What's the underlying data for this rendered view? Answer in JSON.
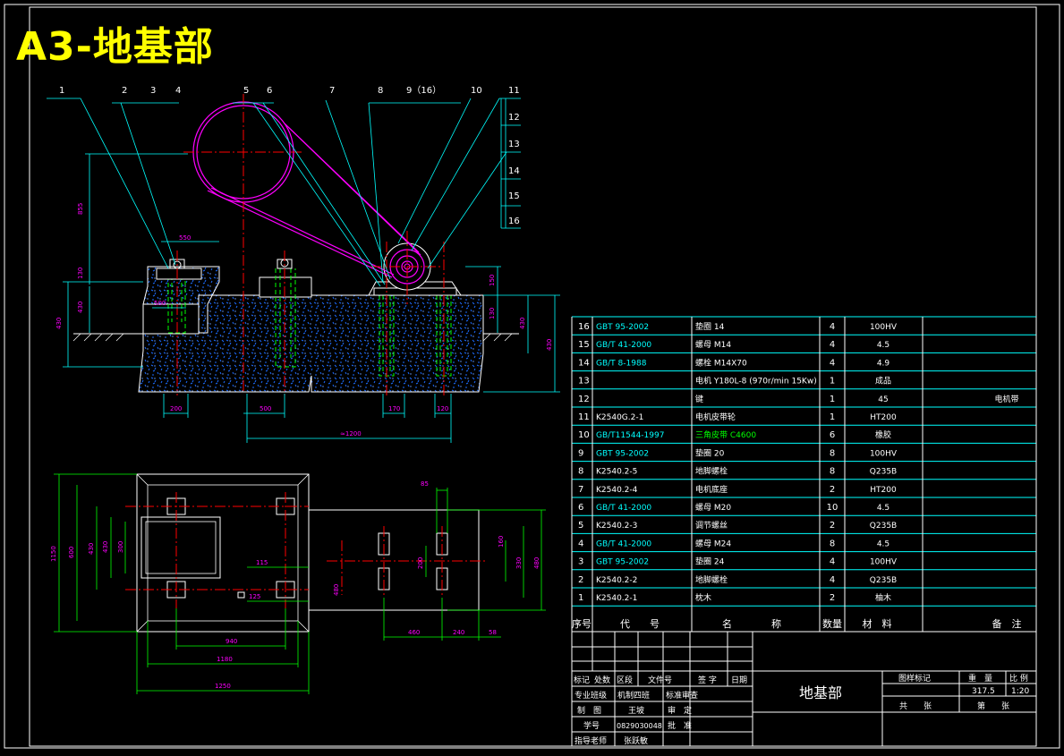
{
  "sheet_title": "A3-地基部",
  "balloons": [
    "1",
    "2",
    "3",
    "4",
    "5",
    "6",
    "7",
    "8",
    "9（16）",
    "10",
    "11",
    "12",
    "13",
    "14",
    "15",
    "16"
  ],
  "dims": {
    "top": [
      "550",
      "855",
      "130",
      "430",
      "430",
      "200",
      "500",
      "170",
      "120",
      "≈1200",
      "150",
      "130",
      "430",
      "500"
    ],
    "plan": [
      "1150",
      "600",
      "430",
      "300",
      "115",
      "125",
      "940",
      "1180",
      "1250",
      "85",
      "160",
      "200",
      "330",
      "480",
      "460",
      "240",
      "58"
    ]
  },
  "parts_header": {
    "no": "序号",
    "code": "代　　号",
    "name": "名　　　　称",
    "qty": "数量",
    "mat": "材　料",
    "note": "备　注"
  },
  "parts": [
    {
      "no": "16",
      "code": "GBT 95-2002",
      "name": "垫圈 14",
      "qty": "4",
      "mat": "100HV",
      "note": "",
      "hl": true,
      "nhl": false
    },
    {
      "no": "15",
      "code": "GB/T 41-2000",
      "name": "螺母 M14",
      "qty": "4",
      "mat": "4.5",
      "note": "",
      "hl": true,
      "nhl": false
    },
    {
      "no": "14",
      "code": "GB/T 8-1988",
      "name": "螺栓 M14X70",
      "qty": "4",
      "mat": "4.9",
      "note": "",
      "hl": true,
      "nhl": false
    },
    {
      "no": "13",
      "code": "",
      "name": "电机 Y180L-8 (970r/min 15Kw)",
      "qty": "1",
      "mat": "成品",
      "note": "",
      "hl": false,
      "nhl": false
    },
    {
      "no": "12",
      "code": "",
      "name": "键",
      "qty": "1",
      "mat": "45",
      "note": "电机带",
      "hl": false,
      "nhl": false
    },
    {
      "no": "11",
      "code": "K2540G.2-1",
      "name": "电机皮带轮",
      "qty": "1",
      "mat": "HT200",
      "note": "",
      "hl": false,
      "nhl": false
    },
    {
      "no": "10",
      "code": "GB/T11544-1997",
      "name": "三角皮带 C4600",
      "qty": "6",
      "mat": "橡胶",
      "note": "",
      "hl": true,
      "nhl": true
    },
    {
      "no": "9",
      "code": "GBT 95-2002",
      "name": "垫圈 20",
      "qty": "8",
      "mat": "100HV",
      "note": "",
      "hl": true,
      "nhl": false
    },
    {
      "no": "8",
      "code": "K2540.2-5",
      "name": "地脚螺栓",
      "qty": "8",
      "mat": "Q235B",
      "note": "",
      "hl": false,
      "nhl": false
    },
    {
      "no": "7",
      "code": "K2540.2-4",
      "name": "电机底座",
      "qty": "2",
      "mat": "HT200",
      "note": "",
      "hl": false,
      "nhl": false
    },
    {
      "no": "6",
      "code": "GB/T 41-2000",
      "name": "螺母 M20",
      "qty": "10",
      "mat": "4.5",
      "note": "",
      "hl": true,
      "nhl": false
    },
    {
      "no": "5",
      "code": "K2540.2-3",
      "name": "调节螺丝",
      "qty": "2",
      "mat": "Q235B",
      "note": "",
      "hl": false,
      "nhl": false
    },
    {
      "no": "4",
      "code": "GB/T 41-2000",
      "name": "螺母 M24",
      "qty": "8",
      "mat": "4.5",
      "note": "",
      "hl": true,
      "nhl": false
    },
    {
      "no": "3",
      "code": "GBT 95-2002",
      "name": "垫圈 24",
      "qty": "4",
      "mat": "100HV",
      "note": "",
      "hl": true,
      "nhl": false
    },
    {
      "no": "2",
      "code": "K2540.2-2",
      "name": "地脚螺栓",
      "qty": "4",
      "mat": "Q235B",
      "note": "",
      "hl": false,
      "nhl": false
    },
    {
      "no": "1",
      "code": "K2540.2-1",
      "name": "枕木",
      "qty": "2",
      "mat": "柚木",
      "note": "",
      "hl": false,
      "nhl": false
    }
  ],
  "title_block": {
    "drawing_name": "地基部",
    "row_labels": [
      "标记",
      "处数",
      "区段",
      "文件号",
      "签 字",
      "日期"
    ],
    "major_label": "专业班级",
    "major_value": "机制四班",
    "std_label": "标准审查",
    "draw_label": "制　图",
    "draw_value": "王坡",
    "review_label": "审　定",
    "sid_label": "学号",
    "sid_value": "0829030048",
    "approve_label": "批　准",
    "advisor_label": "指导老师",
    "advisor_value": "张跃敏",
    "stage_label": "图样标记",
    "weight_label": "重　量",
    "scale_label": "比 例",
    "weight_value": "317.5",
    "scale_value": "1:20",
    "total_label": "共　　张",
    "sheet_label": "第　　张"
  },
  "colors": {
    "bg": "#000000",
    "line": "#ffffff",
    "dim": "#00ffff",
    "center": "#ff0000",
    "hidden": "#00ff00",
    "magenta": "#ff00ff",
    "title": "#ffff00",
    "codeblue": "#00ffff"
  }
}
